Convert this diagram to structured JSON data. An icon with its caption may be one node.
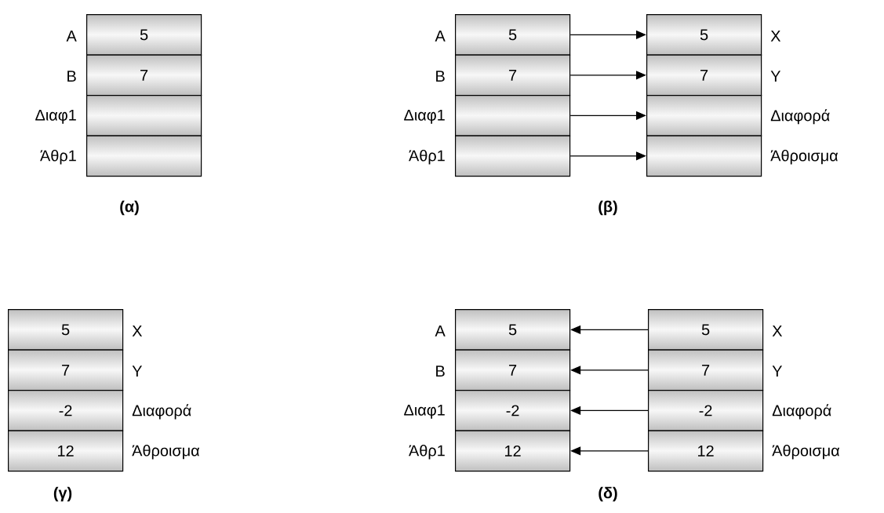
{
  "diagram": {
    "nodes": [
      {
        "text": [
          "5"
        ],
        "beside": [
          "A"
        ]
      },
      {
        "text": [
          "7"
        ],
        "beside": [
          "B"
        ]
      },
      {
        "text": [],
        "shape": "box",
        "beside": [
          "Διαφ1"
        ]
      },
      {
        "text": [],
        "shape": "box",
        "beside": [
          "Άθρ1"
        ]
      },
      {
        "text": [
          "5"
        ],
        "beside": [
          "A"
        ]
      },
      {
        "text": [
          "7"
        ],
        "beside": [
          "B"
        ]
      },
      {
        "text": [],
        "shape": "box",
        "beside": [
          "Διαφ1"
        ]
      },
      {
        "text": [],
        "shape": "box",
        "beside": [
          "Άθρ1"
        ]
      },
      {
        "text": [
          "5"
        ],
        "beside": [
          "X"
        ]
      },
      {
        "text": [
          "7"
        ],
        "beside": [
          "Y"
        ]
      },
      {
        "text": [],
        "shape": "box",
        "beside": [
          "Διαφορά"
        ]
      },
      {
        "text": [],
        "shape": "box",
        "beside": [
          "Άθροισμα"
        ]
      },
      {
        "text": [
          "5"
        ],
        "beside": [
          "X"
        ]
      },
      {
        "text": [
          "7"
        ],
        "beside": [
          "Y"
        ]
      },
      {
        "text": [
          "-2"
        ],
        "beside": [
          "Διαφορά"
        ]
      },
      {
        "text": [
          "12"
        ],
        "beside": [
          "Άθροισμα"
        ]
      },
      {
        "text": [
          "5"
        ],
        "beside": [
          "A"
        ]
      },
      {
        "text": [
          "7"
        ],
        "beside": [
          "B"
        ]
      },
      {
        "text": [
          "-2"
        ],
        "beside": [
          "Διαφ1"
        ]
      },
      {
        "text": [
          "12"
        ],
        "beside": [
          "Άθρ1"
        ]
      },
      {
        "text": [
          "5"
        ],
        "beside": [
          "X"
        ]
      },
      {
        "text": [
          "7"
        ],
        "beside": [
          "Y"
        ]
      },
      {
        "text": [
          "-2"
        ],
        "beside": [
          "Διαφορά"
        ]
      },
      {
        "text": [
          "12"
        ],
        "beside": [
          "Άθροισμα"
        ]
      }
    ],
    "edges": [
      {
        "from": 4,
        "to": 8,
        "arrow": "to"
      },
      {
        "from": 5,
        "to": 9,
        "arrow": "to"
      },
      {
        "from": 6,
        "to": 10,
        "arrow": "to"
      },
      {
        "from": 7,
        "to": 11,
        "arrow": "to"
      },
      {
        "from": 20,
        "to": 16,
        "arrow": "to"
      },
      {
        "from": 21,
        "to": 17,
        "arrow": "to"
      },
      {
        "from": 22,
        "to": 18,
        "arrow": "to"
      },
      {
        "from": 23,
        "to": 19,
        "arrow": "to"
      }
    ],
    "labels": [
      "(α)",
      "(β)",
      "(γ)",
      "(δ)"
    ]
  }
}
